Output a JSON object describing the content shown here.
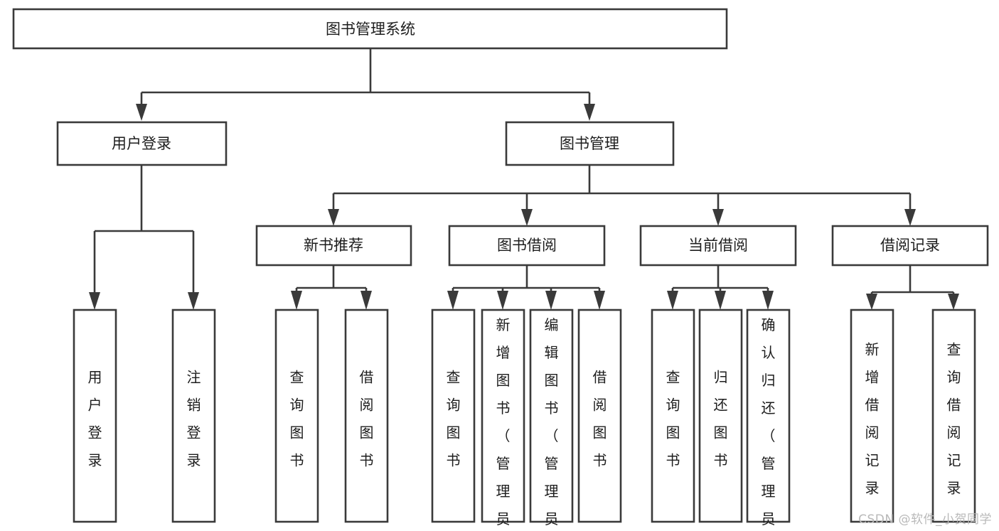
{
  "diagram": {
    "type": "tree",
    "title": "图书管理系统",
    "orientation": "top-down",
    "watermark": "CSDN @软件_小贺同学",
    "colors": {
      "stroke": "#3a3a3a",
      "fill": "#ffffff",
      "text": "#1d1d1d",
      "watermark": "#b9b9b9",
      "background": "#ffffff"
    },
    "nodes": {
      "root": {
        "label": "图书管理系统",
        "level": 1,
        "orientation": "horizontal"
      },
      "l2": [
        {
          "id": "user-login",
          "label": "用户登录",
          "level": 2,
          "orientation": "horizontal"
        },
        {
          "id": "book-manage",
          "label": "图书管理",
          "level": 2,
          "orientation": "horizontal"
        }
      ],
      "l3": [
        {
          "id": "new-book-rec",
          "label": "新书推荐",
          "level": 3,
          "orientation": "horizontal"
        },
        {
          "id": "book-borrow",
          "label": "图书借阅",
          "level": 3,
          "orientation": "horizontal"
        },
        {
          "id": "current-borrow",
          "label": "当前借阅",
          "level": 3,
          "orientation": "horizontal"
        },
        {
          "id": "borrow-record",
          "label": "借阅记录",
          "level": 3,
          "orientation": "horizontal"
        }
      ],
      "leaves": [
        {
          "id": "leaf-user-login",
          "label": "用户登录",
          "parent": "user-login",
          "orientation": "vertical"
        },
        {
          "id": "leaf-user-logout",
          "label": "注销登录",
          "parent": "user-login",
          "orientation": "vertical"
        },
        {
          "id": "leaf-rec-query",
          "label": "查询图书",
          "parent": "new-book-rec",
          "orientation": "vertical"
        },
        {
          "id": "leaf-rec-borrow",
          "label": "借阅图书",
          "parent": "new-book-rec",
          "orientation": "vertical"
        },
        {
          "id": "leaf-borrow-query",
          "label": "查询图书",
          "parent": "book-borrow",
          "orientation": "vertical"
        },
        {
          "id": "leaf-borrow-add",
          "label": "新增图书（管理员）",
          "parent": "book-borrow",
          "orientation": "vertical"
        },
        {
          "id": "leaf-borrow-edit",
          "label": "编辑图书（管理员）",
          "parent": "book-borrow",
          "orientation": "vertical"
        },
        {
          "id": "leaf-borrow-lend",
          "label": "借阅图书",
          "parent": "book-borrow",
          "orientation": "vertical"
        },
        {
          "id": "leaf-current-query",
          "label": "查询图书",
          "parent": "current-borrow",
          "orientation": "vertical"
        },
        {
          "id": "leaf-current-return",
          "label": "归还图书",
          "parent": "current-borrow",
          "orientation": "vertical"
        },
        {
          "id": "leaf-current-confirm",
          "label": "确认归还（管理员）",
          "parent": "current-borrow",
          "orientation": "vertical"
        },
        {
          "id": "leaf-record-add",
          "label": "新增借阅记录",
          "parent": "borrow-record",
          "orientation": "vertical"
        },
        {
          "id": "leaf-record-query",
          "label": "查询借阅记录",
          "parent": "borrow-record",
          "orientation": "vertical"
        }
      ]
    }
  }
}
